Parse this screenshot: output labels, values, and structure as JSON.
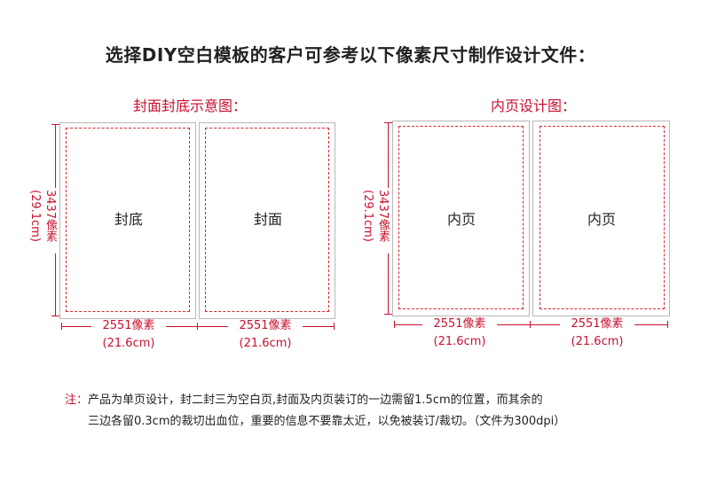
{
  "title": "选择DIY空白模板的客户可参考以下像素尺寸制作设计文件：",
  "cover": {
    "heading": "封面封底示意图：",
    "left_label": "封底",
    "right_label": "封面",
    "height_px": "3437像素",
    "height_cm": "(29.1cm)",
    "width_px_left": "2551像素",
    "width_cm_left": "(21.6cm)",
    "width_px_right": "2551像素",
    "width_cm_right": "(21.6cm)"
  },
  "inner": {
    "heading": "内页设计图：",
    "left_label": "内页",
    "right_label": "内页",
    "height_px": "3437像素",
    "height_cm": "(29.1cm)",
    "width_px_left": "2551像素",
    "width_cm_left": "(21.6cm)",
    "width_px_right": "2551像素",
    "width_cm_right": "(21.6cm)"
  },
  "note": {
    "label": "注：",
    "line1": "产品为单页设计，封二封三为空白页,封面及内页装订的一边需留1.5cm的位置，而其余的",
    "line2": "三边各留0.3cm的裁切出血位，重要的信息不要靠太近，以免被装订/裁切。（文件为300dpi）"
  },
  "colors": {
    "accent": "#c8102e",
    "border": "#b8b8b8",
    "text": "#222222"
  }
}
